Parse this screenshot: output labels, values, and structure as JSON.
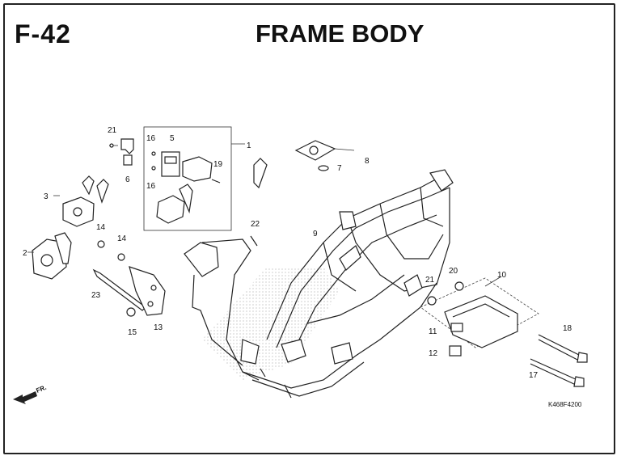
{
  "header": {
    "page_number": "F-42",
    "title": "FRAME BODY"
  },
  "callouts": [
    "1",
    "2",
    "3",
    "5",
    "6",
    "7",
    "8",
    "9",
    "10",
    "11",
    "12",
    "13",
    "14",
    "14",
    "15",
    "16",
    "16",
    "17",
    "18",
    "19",
    "20",
    "21",
    "21",
    "22",
    "23"
  ],
  "footer": {
    "diagram_code": "K468F4200",
    "direction_label": "FR."
  }
}
